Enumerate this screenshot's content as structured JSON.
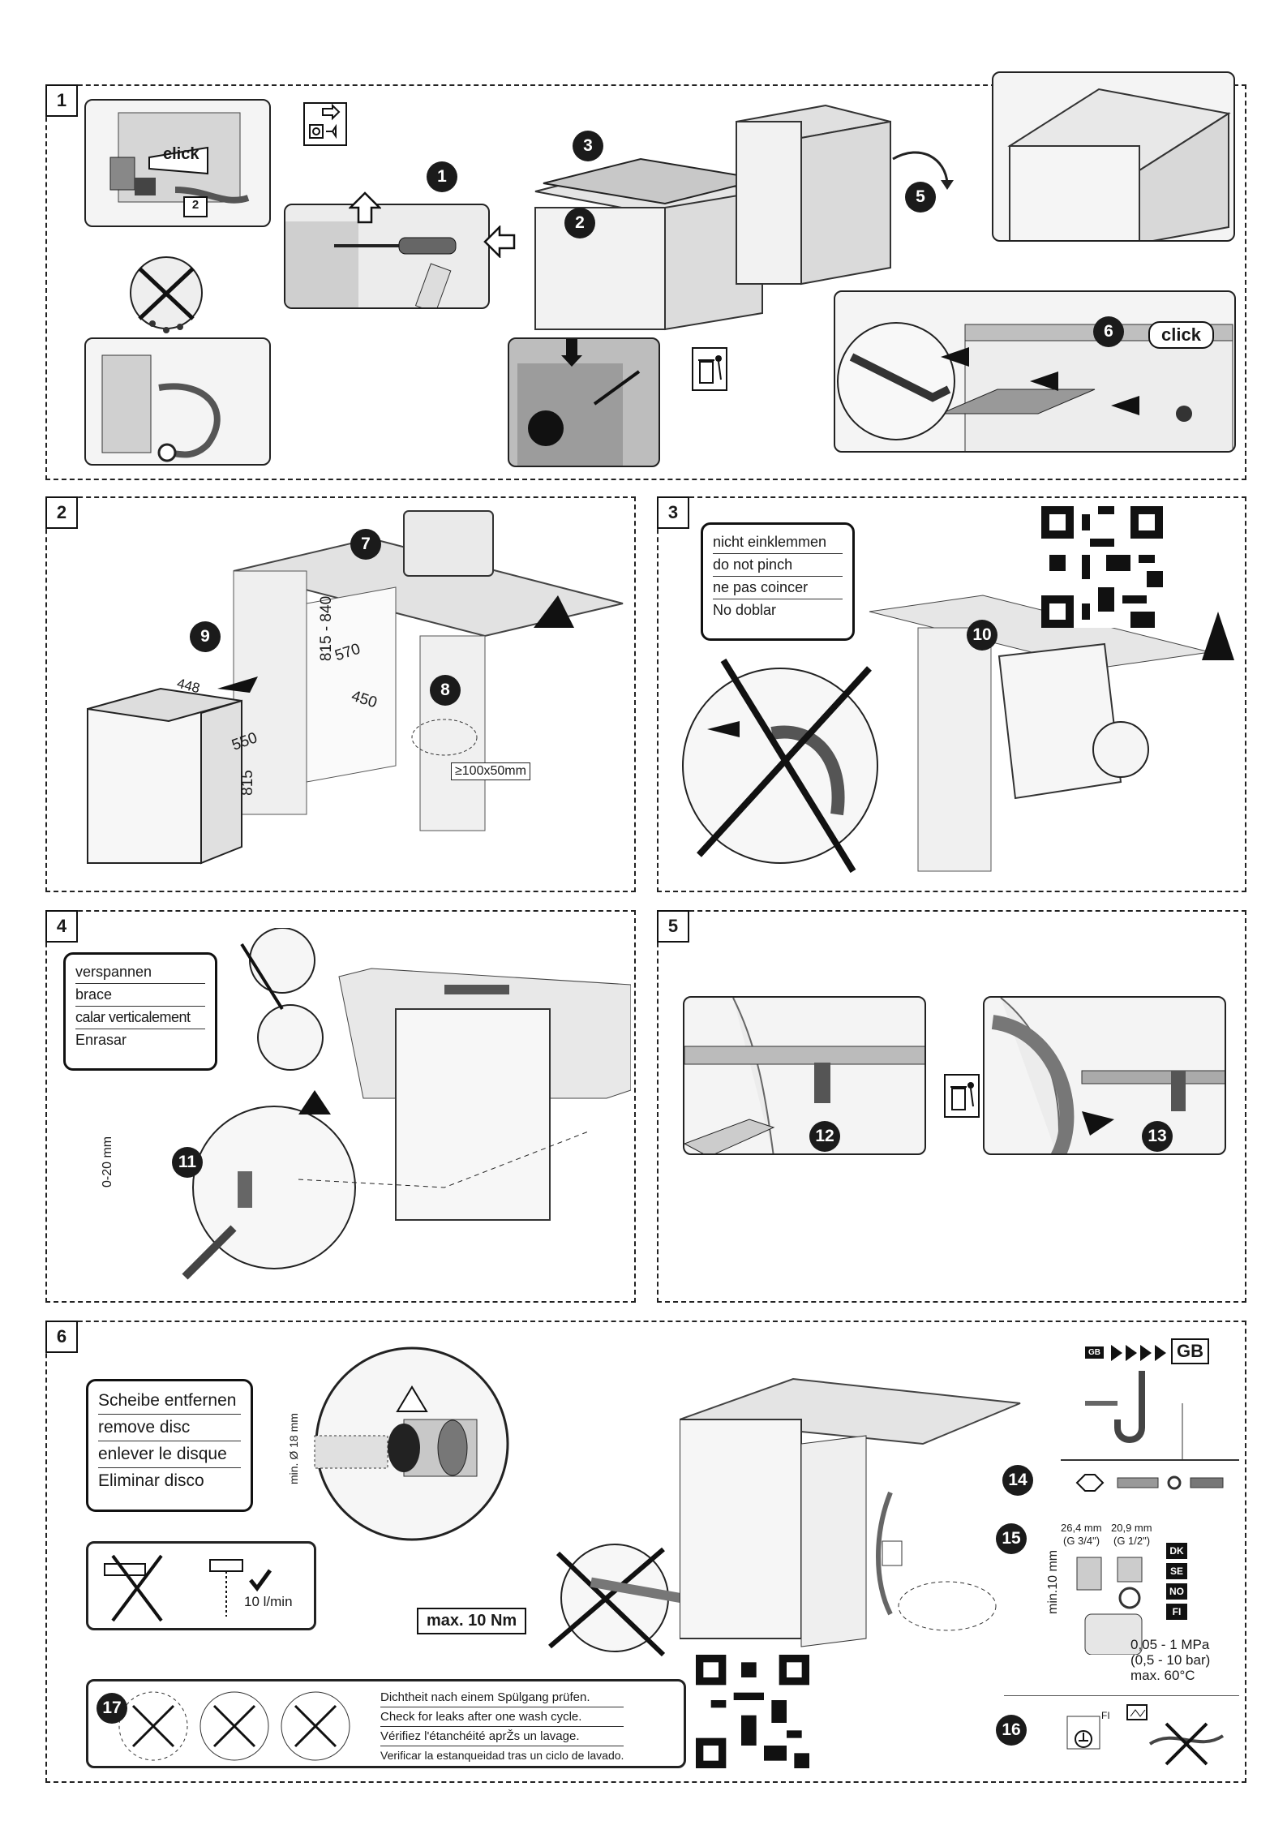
{
  "panels": [
    {
      "number": "1"
    },
    {
      "number": "2"
    },
    {
      "number": "3"
    },
    {
      "number": "4"
    },
    {
      "number": "5"
    },
    {
      "number": "6"
    }
  ],
  "steps": [
    "1",
    "2",
    "3",
    "5",
    "6",
    "7",
    "8",
    "9",
    "10",
    "11",
    "12",
    "13",
    "14",
    "15",
    "16",
    "17"
  ],
  "panel1": {
    "click_label": "click",
    "sub_step": "2",
    "click_label_2": "click",
    "icons": [
      "disconnect-icon",
      "trash-icon",
      "screwdriver-icon"
    ]
  },
  "panel2": {
    "dims": {
      "top_width": "448",
      "depth": "550",
      "height": "815",
      "niche_height": "815 - 840",
      "niche_depth": "570",
      "niche_width": "450",
      "hole_size": "≥100x50mm"
    }
  },
  "panel3": {
    "labels": [
      "nicht einklemmen",
      "do not pinch",
      "ne pas coincer",
      "No doblar"
    ]
  },
  "panel4": {
    "labels": [
      "verspannen",
      "brace",
      "calar verticalement",
      "Enrasar"
    ],
    "adjust_range": "0-20 mm"
  },
  "panel6": {
    "disc_labels": [
      "Scheibe entfernen",
      "remove disc",
      "enlever le disque",
      "Eliminar disco"
    ],
    "min_diameter": "min. Ø 18 mm",
    "flow_rate": "10 l/min",
    "torque": "max. 10 Nm",
    "gb_small": "GB",
    "gb_large": "GB",
    "thread_large": "26,4 mm",
    "thread_large_sub": "(G 3/4\")",
    "thread_small": "20,9 mm",
    "thread_small_sub": "(G 1/2\")",
    "min_height": "min.10 mm",
    "countries": [
      "DK",
      "SE",
      "NO",
      "FI"
    ],
    "pressure": [
      "0,05 - 1 MPa",
      "(0,5 - 10 bar)",
      "max. 60°C"
    ],
    "fi_label": "FI",
    "leak_check": [
      "Dichtheit nach einem Spülgang prüfen.",
      "Check for leaks after one wash cycle.",
      "Vérifiez l'étanchéité aprŽs un lavage.",
      "Verificar la estanqueidad tras un ciclo de lavado."
    ]
  },
  "colors": {
    "ink": "#1b1b1b",
    "paper": "#ffffff",
    "drawing": "#f1f1f1",
    "shade": "#cfcfcf"
  }
}
